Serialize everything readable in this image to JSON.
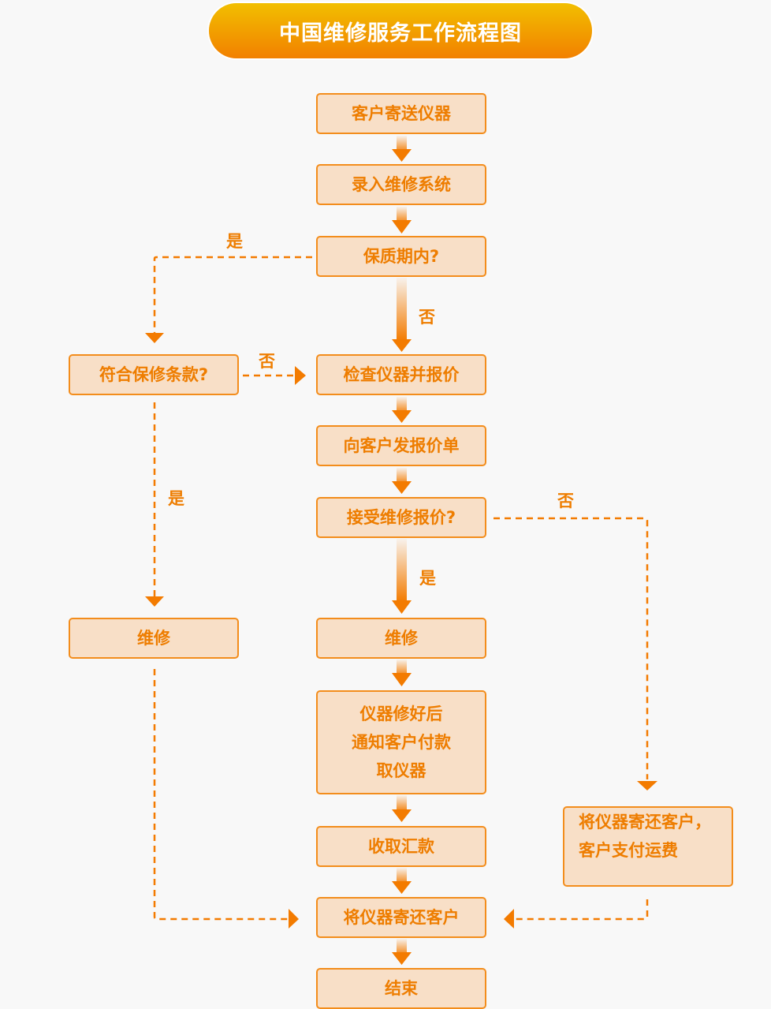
{
  "title": "中国维修服务工作流程图",
  "colors": {
    "accent": "#f37b00",
    "node_fill": "#f8dfc7",
    "node_border": "#f38d1c",
    "text": "#ee7d00",
    "background": "#f8f8f8",
    "title_gradient_top": "#f2bf00",
    "title_gradient_bottom": "#f28000"
  },
  "nodes": {
    "send": "客户寄送仪器",
    "record": "录入维修系统",
    "warranty": "保质期内?",
    "terms": "符合保修条款?",
    "inspect": "检查仪器并报价",
    "quote": "向客户发报价单",
    "accept": "接受维修报价?",
    "repair_left": "维修",
    "repair_center": "维修",
    "notify_lines": [
      "仪器修好后",
      "通知客户付款",
      "取仪器"
    ],
    "collect": "收取汇款",
    "return_pay_lines": [
      "将仪器寄还客户，",
      "客户支付运费"
    ],
    "return": "将仪器寄还客户",
    "end": "结束"
  },
  "edge_labels": {
    "warranty_yes": "是",
    "warranty_no": "否",
    "terms_no": "否",
    "terms_yes": "是",
    "accept_no": "否",
    "accept_yes": "是"
  }
}
